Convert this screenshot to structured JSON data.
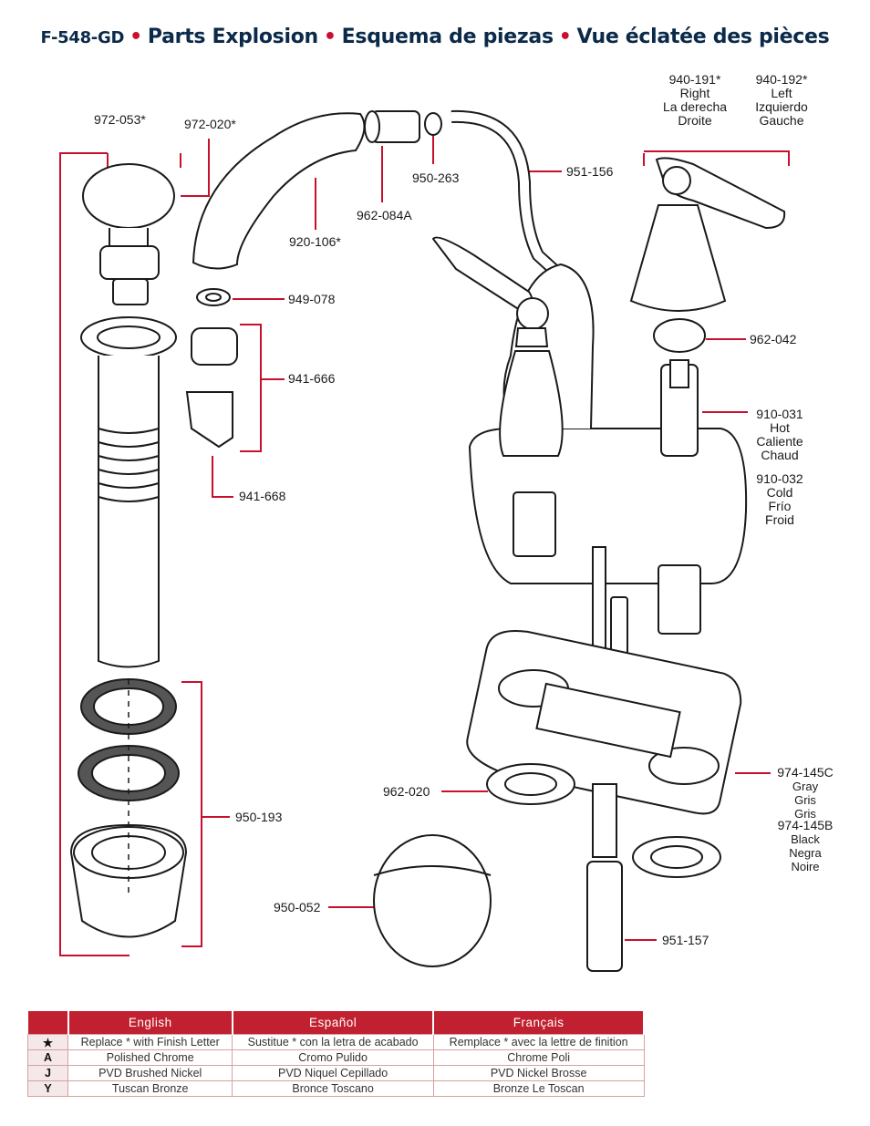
{
  "title": {
    "model": "F-548-GD",
    "english": "Parts Explosion",
    "spanish": "Esquema de piezas",
    "french": "Vue éclatée des pièces"
  },
  "parts": {
    "p972_053": "972-053*",
    "p972_020": "972-020*",
    "p920_106": "920-106*",
    "p962_084A": "962-084A",
    "p950_263": "950-263",
    "p951_156": "951-156",
    "p940_191": [
      "940-191*",
      "Right",
      "La derecha",
      "Droite"
    ],
    "p940_192": [
      "940-192*",
      "Left",
      "Izquierdo",
      "Gauche"
    ],
    "p949_078": "949-078",
    "p941_666": "941-666",
    "p941_668": "941-668",
    "p962_042": "962-042",
    "p910_031": [
      "910-031",
      "Hot",
      "Caliente",
      "Chaud"
    ],
    "p910_032": [
      "910-032",
      "Cold",
      "Frío",
      "Froid"
    ],
    "p950_193": "950-193",
    "p962_020": "962-020",
    "p974_145C": [
      "974-145C",
      "Gray",
      "Gris",
      "Gris"
    ],
    "p974_145B": [
      "974-145B",
      "Black",
      "Negra",
      "Noire"
    ],
    "p950_052": "950-052",
    "p951_157": "951-157"
  },
  "legend": {
    "headers": [
      "English",
      "Español",
      "Français"
    ],
    "rows": [
      {
        "key": "★",
        "en": "Replace * with Finish Letter",
        "es": "Sustitue * con la letra de acabado",
        "fr": "Remplace * avec la lettre de finition"
      },
      {
        "key": "A",
        "en": "Polished Chrome",
        "es": "Cromo Pulido",
        "fr": "Chrome Poli"
      },
      {
        "key": "J",
        "en": "PVD Brushed Nickel",
        "es": "PVD Niquel Cepillado",
        "fr": "PVD Nickel Brosse"
      },
      {
        "key": "Y",
        "en": "Tuscan Bronze",
        "es": "Bronce Toscano",
        "fr": "Bronze Le Toscan"
      }
    ]
  },
  "colors": {
    "accent": "#c0202f",
    "title": "#0b2a4a",
    "leader": "#c8102e"
  }
}
